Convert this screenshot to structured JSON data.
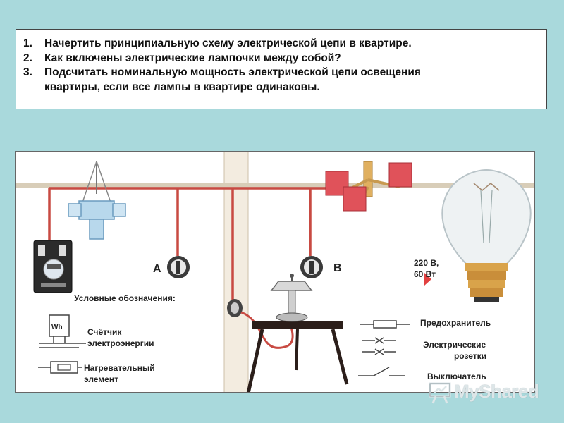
{
  "tasks": [
    {
      "num": "1.",
      "text": "Начертить принципиальную схему электрической цепи в квартире."
    },
    {
      "num": "2.",
      "text": "Как включены электрические лампочки между собой?"
    },
    {
      "num": "3.",
      "text": "Подсчитать номинальную мощность электрической цепи освещения"
    },
    {
      "num": "",
      "text": "квартиры, если все лампы в квартире одинаковы."
    }
  ],
  "diagram": {
    "switch_a": "А",
    "switch_b": "В",
    "bulb_rating_line1": "220 В,",
    "bulb_rating_line2": "60 Вт",
    "meter_symbol": "Wh",
    "legend_title": "Условные обозначения:",
    "legend_meter_line1": "Счётчик",
    "legend_meter_line2": "электроэнергии",
    "legend_heater_line1": "Нагревательный",
    "legend_heater_line2": "элемент",
    "legend_fuse": "Предохранитель",
    "legend_socket_line1": "Электрические",
    "legend_socket_line2": "розетки",
    "legend_switch": "Выключатель"
  },
  "watermark": {
    "text": "MyShared"
  },
  "colors": {
    "background": "#a9d9dc",
    "wire": "#c84a42",
    "lampshade": "#e0525a"
  }
}
